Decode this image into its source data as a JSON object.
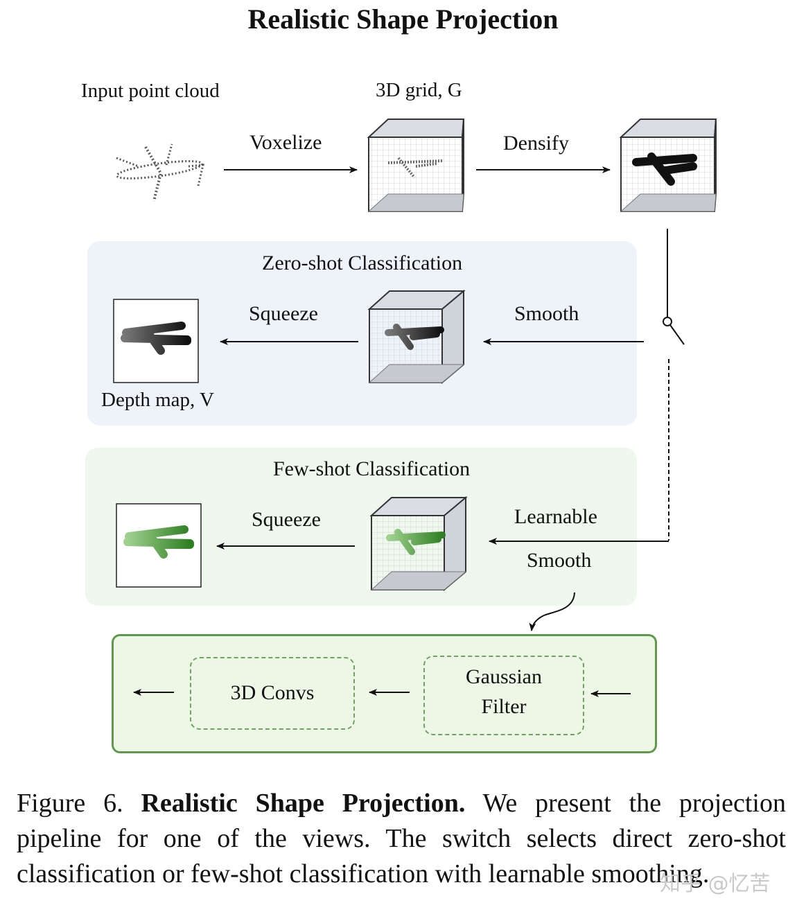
{
  "figure": {
    "title": "Realistic Shape Projection",
    "labels": {
      "input": "Input point cloud",
      "grid": "3D grid, G",
      "voxelize": "Voxelize",
      "densify": "Densify",
      "zero_shot": "Zero-shot Classification",
      "squeeze_zero": "Squeeze",
      "smooth": "Smooth",
      "depth_map": "Depth map, V",
      "few_shot": "Few-shot Classification",
      "squeeze_few": "Squeeze",
      "learnable": "Learnable",
      "smooth_few": "Smooth",
      "conv": "3D Convs",
      "gauss1": "Gaussian",
      "gauss2": "Filter"
    },
    "colors": {
      "zero_panel": "#eef3fa",
      "few_panel": "#eef8ec",
      "module_fill": "#ecf7e6",
      "module_border": "#5e9a4c",
      "dashed_border": "#6fa35f",
      "plane_green": "#4f9a3a"
    }
  },
  "caption": {
    "prefix": "Figure 6.",
    "bold": "Realistic Shape Projection.",
    "text": "We present the projection pipeline for one of the views. The switch selects direct zero-shot classification or few-shot classification with learnable smoothing."
  },
  "watermark": "知乎 @忆苦"
}
